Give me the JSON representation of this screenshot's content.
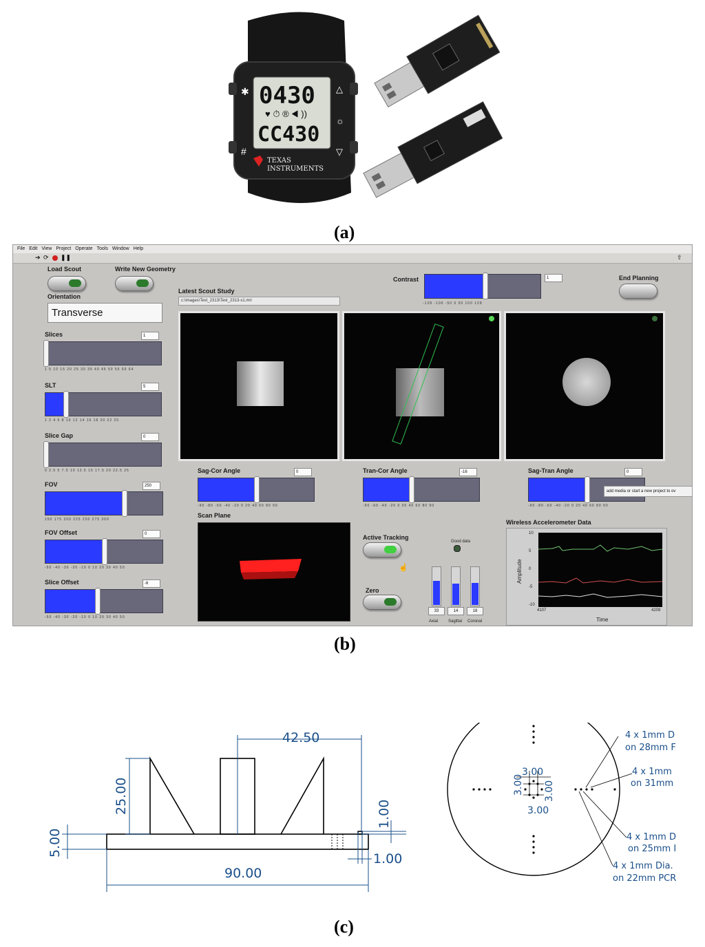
{
  "captions": {
    "a": "(a)",
    "b": "(b)",
    "c": "(c)"
  },
  "watch": {
    "time_top": "0430",
    "time_bottom": "CC430",
    "brand_line1": "TEXAS",
    "brand_line2": "INSTRUMENTS",
    "left_symbol_top": "✱",
    "left_symbol_bottom": "#",
    "right_symbol_top": "△",
    "right_symbol_mid": "☼",
    "right_symbol_bottom": "▽"
  },
  "labview": {
    "menu": [
      "File",
      "Edit",
      "View",
      "Project",
      "Operate",
      "Tools",
      "Window",
      "Help"
    ],
    "load_scout": "Load Scout",
    "write_geometry": "Write New Geometry",
    "orientation_label": "Orientation",
    "orientation_value": "Transverse",
    "latest_scout": "Latest Scout Study",
    "scout_path": "c:\\images\\Test_2313\\Test_2313-s1.mri",
    "contrast_label": "Contrast",
    "contrast_value": "1",
    "contrast_ticks": "-128 -100 -50 0 50 100 128",
    "end_planning": "End Planning",
    "slices": {
      "label": "Slices",
      "value": "1",
      "ticks": "1 5 10 15 20 25 30 35 40 45 50 55 60 64",
      "fraction": 0.0
    },
    "slt": {
      "label": "SLT",
      "value": "5",
      "ticks": "1 2 4 6 8 10 12 14 16 18 20 22 25",
      "fraction": 0.17
    },
    "slice_gap": {
      "label": "Slice Gap",
      "value": "0",
      "ticks": "0 2.5 5 7.5 10 12.5 15 17.5 20 22.5 25",
      "fraction": 0.0
    },
    "fov": {
      "label": "FOV",
      "value": "250",
      "ticks": "150 175 200 225 250 275 300",
      "fraction": 0.67
    },
    "fov_offset": {
      "label": "FOV Offset",
      "value": "0",
      "ticks": "-50 -40 -30 -20 -10 0 10 20 30 40 50",
      "fraction": 0.5
    },
    "slice_offset": {
      "label": "Slice Offset",
      "value": "-6",
      "ticks": "-50 -40 -30 -20 -10 0 10 20 30 40 50",
      "fraction": 0.44
    },
    "sag_cor": {
      "label": "Sag-Cor Angle",
      "value": "0",
      "ticks": "-90 -80 -60 -40 -20 0 20 40 60 80 90",
      "fraction": 0.5
    },
    "tran_cor": {
      "label": "Tran-Cor Angle",
      "value": "-16",
      "ticks": "-90 -60 -40 -20 0 20 40 60 80 90",
      "fraction": 0.41
    },
    "sag_tran": {
      "label": "Sag-Tran Angle",
      "value": "0",
      "ticks": "-90 -80 -60 -40 -20 0 20 40 60 80 90",
      "fraction": 0.5
    },
    "tooltip": "add media or start a new project to ov",
    "scan_plane": "Scan Plane",
    "active_tracking": "Active Tracking",
    "good_data": "Good data",
    "zero": "Zero",
    "bars": [
      {
        "value": "33",
        "label": "Axial",
        "fraction": 0.62
      },
      {
        "value": "14",
        "label": "Sagittal",
        "fraction": 0.55
      },
      {
        "value": "18",
        "label": "Coronal",
        "fraction": 0.57
      }
    ],
    "accel": {
      "title": "Wireless Accelerometer Data",
      "ylabel": "Amplitude",
      "xlabel": "Time",
      "yticks": [
        "10",
        "5",
        "0",
        "-5",
        "-10"
      ],
      "x_start": "4107",
      "x_end": "4209"
    }
  },
  "drawing": {
    "dim_4250": "42.50",
    "dim_2500": "25.00",
    "dim_500": "5.00",
    "dim_100_top": "1.00",
    "dim_100_bottom": "1.00",
    "dim_9000": "90.00",
    "dim_300_top": "3.00",
    "dim_300_left": "3.00",
    "dim_300_right": "3.00",
    "dim_300_bottom": "3.00",
    "note1_l1": "4 x 1mm D",
    "note1_l2": "on 28mm F",
    "note2_l1": "4 x 1mm",
    "note2_l2": "on 31mm",
    "note3_l1": "4 x 1mm D",
    "note3_l2": "on 25mm I",
    "note4_l1": "4 x 1mm Dia.",
    "note4_l2": "on 22mm PCR"
  }
}
